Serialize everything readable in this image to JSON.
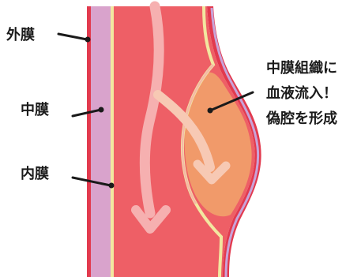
{
  "labels": {
    "adventitia": "外膜",
    "media": "中膜",
    "intima": "内膜",
    "dissection_line1": "中膜組織に",
    "dissection_line2": "血液流入！",
    "dissection_line3": "偽腔を形成"
  },
  "colors": {
    "adventitia": "#d9a3cc",
    "outer_red_line": "#e23a4e",
    "lumen": "#ee5f66",
    "intima_line": "#f2e7a0",
    "false_lumen": "#f19a6a",
    "flow_arrow": "#f6b0b0",
    "flow_arrow_light": "#f7c9b4",
    "leader": "#1a1a1a"
  }
}
